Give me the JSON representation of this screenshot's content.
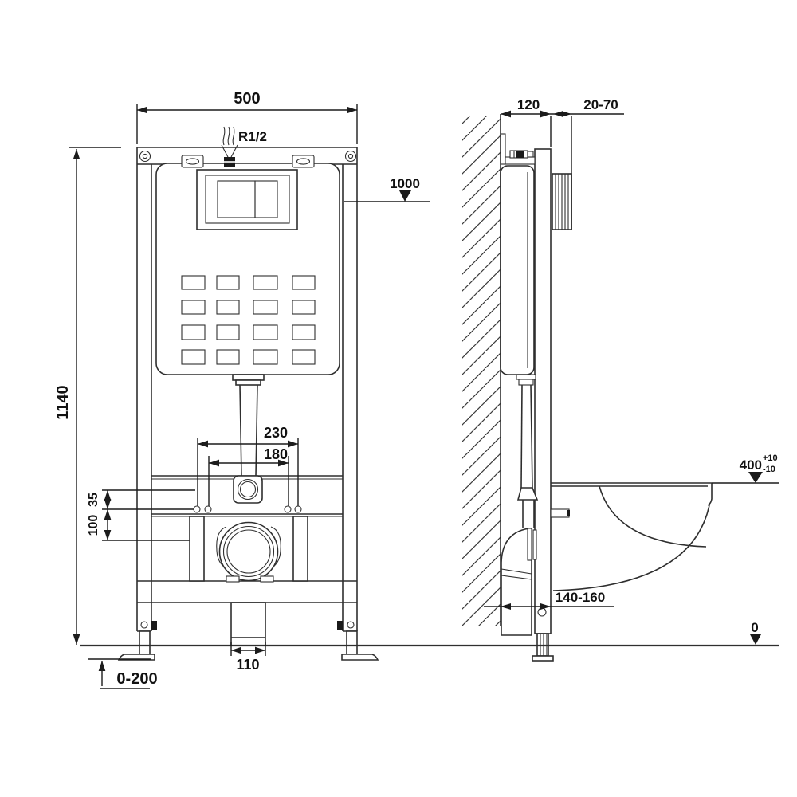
{
  "drawing": {
    "title": "concealed-cistern-wc-frame-installation-diagram",
    "line_color": "#2f2f2f",
    "background": "#ffffff",
    "front_view": {
      "dim_width": "500",
      "dim_height": "1140",
      "inlet_thread": "R1/2",
      "level_inlet": "1000",
      "dim_bolt_outer": "230",
      "dim_bolt_inner": "180",
      "dim_offset_small": "35",
      "dim_offset_large": "100",
      "dim_outlet_width": "110",
      "dim_floor_adjust": "0-200"
    },
    "side_view": {
      "dim_depth": "120",
      "dim_plate_range": "20-70",
      "dim_seat_height": "400",
      "seat_tol_plus": "+10",
      "seat_tol_minus": "-10",
      "dim_outlet_distance": "140-160",
      "level_floor": "0"
    }
  }
}
